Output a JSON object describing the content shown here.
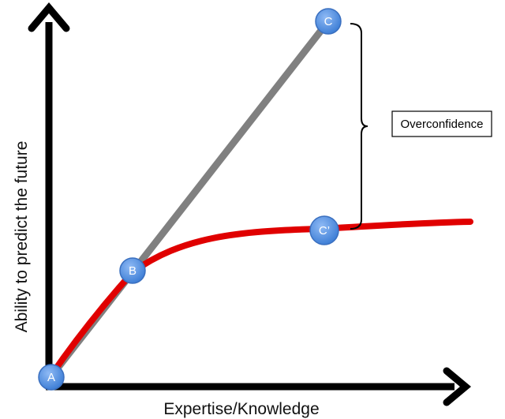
{
  "axes": {
    "x_label": "Expertise/Knowledge",
    "y_label": "Ability to predict the future"
  },
  "curves": [
    {
      "name": "linear-projection",
      "color": "#808080"
    },
    {
      "name": "actual-ability",
      "color": "#e00000"
    }
  ],
  "nodes": [
    {
      "id": "A",
      "label": "A"
    },
    {
      "id": "B",
      "label": "B"
    },
    {
      "id": "C",
      "label": "C"
    },
    {
      "id": "C-prime",
      "label": "C’"
    }
  ],
  "callout": {
    "label": "Overconfidence"
  },
  "colors": {
    "axis": "#000000",
    "node_fill": "#4f8fe6",
    "node_stroke": "#3a6fbf",
    "gray_line": "#808080",
    "red_curve": "#e00000"
  }
}
